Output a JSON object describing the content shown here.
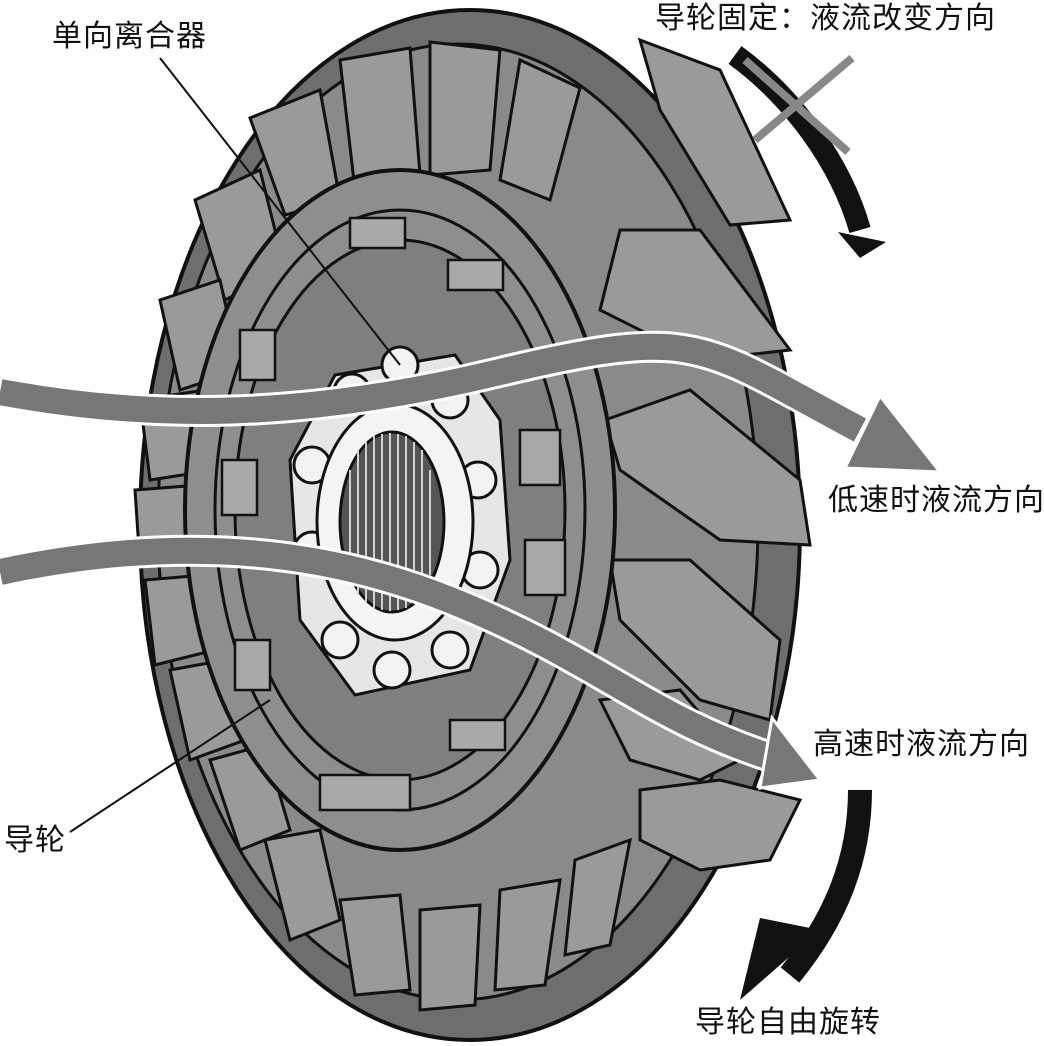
{
  "labels": {
    "one_way_clutch": "单向离合器",
    "stator_fixed": "导轮固定：液流改变方向",
    "low_speed_flow": "低速时液流方向",
    "high_speed_flow": "高速时液流方向",
    "stator": "导轮",
    "stator_free": "导轮自由旋转"
  },
  "colors": {
    "body": "#8a8a8a",
    "body_dark": "#5c5c5c",
    "outline": "#111111",
    "hub_light": "#e6e6e6",
    "flow_arrow": "#777777",
    "rotation_arrow": "#111111"
  },
  "icons": {
    "blocked_rotation": "cross-mark-icon",
    "free_rotation": "curved-arrow-icon"
  }
}
